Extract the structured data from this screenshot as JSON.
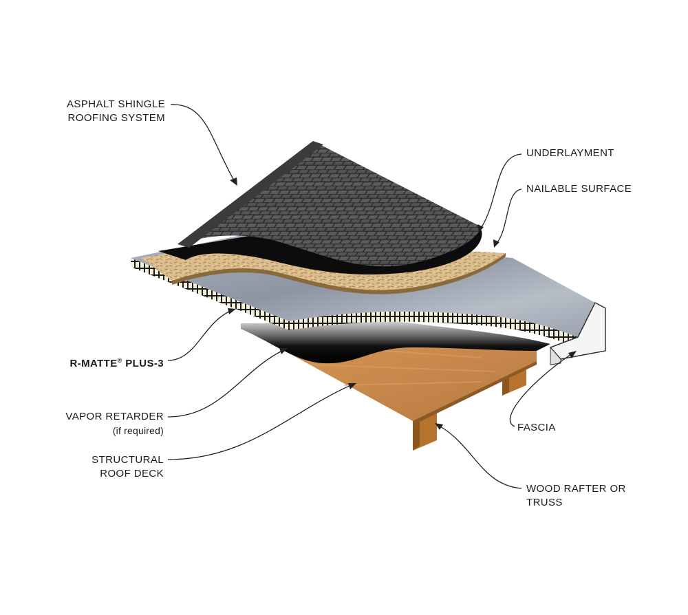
{
  "labels": {
    "asphalt_line1": "ASPHALT SHINGLE",
    "asphalt_line2": "ROOFING SYSTEM",
    "underlayment": "UNDERLAYMENT",
    "nailable": "NAILABLE SURFACE",
    "rmatte_name": "R-MATTE",
    "rmatte_reg": "®",
    "rmatte_suffix": " PLUS-3",
    "vapor_line1": "VAPOR RETARDER",
    "vapor_line2": "(if required)",
    "deck_line1": "STRUCTURAL",
    "deck_line2": "ROOF DECK",
    "fascia": "FASCIA",
    "rafter_line1": "WOOD RAFTER OR",
    "rafter_line2": "TRUSS"
  },
  "colors": {
    "shingle": "#4a4a4c",
    "underlayment": "#111111",
    "osb": "#d9b98a",
    "insulation_facer": "#9ea6b2",
    "insulation_core": "#f2eed8",
    "vapor_retarder": "#1c1c1c",
    "roof_deck": "#c98b48",
    "rafter": "#b9772f",
    "fascia": "#f5f5f5"
  }
}
